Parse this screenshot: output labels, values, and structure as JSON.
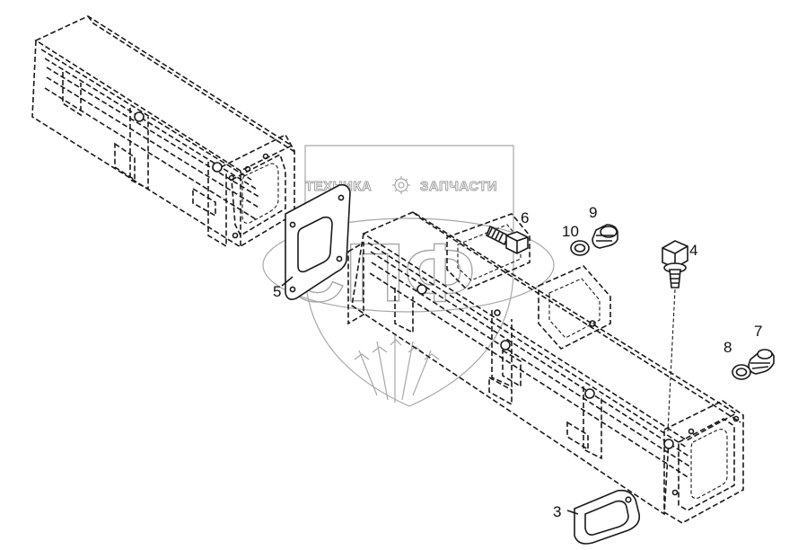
{
  "watermark": {
    "brand_left": "ТЕХНИКА",
    "brand_right": "ЗАПЧАСТИ",
    "monogram": "СПФ",
    "gear_icon": "gear-icon",
    "color": "#a8a8a8"
  },
  "callouts": [
    {
      "id": "3",
      "label": "3"
    },
    {
      "id": "4",
      "label": "4"
    },
    {
      "id": "5",
      "label": "5"
    },
    {
      "id": "6",
      "label": "6"
    },
    {
      "id": "7",
      "label": "7"
    },
    {
      "id": "8",
      "label": "8"
    },
    {
      "id": "9",
      "label": "9"
    },
    {
      "id": "10",
      "label": "10"
    }
  ],
  "colors": {
    "line": "#1a1a1a",
    "background": "#ffffff"
  }
}
